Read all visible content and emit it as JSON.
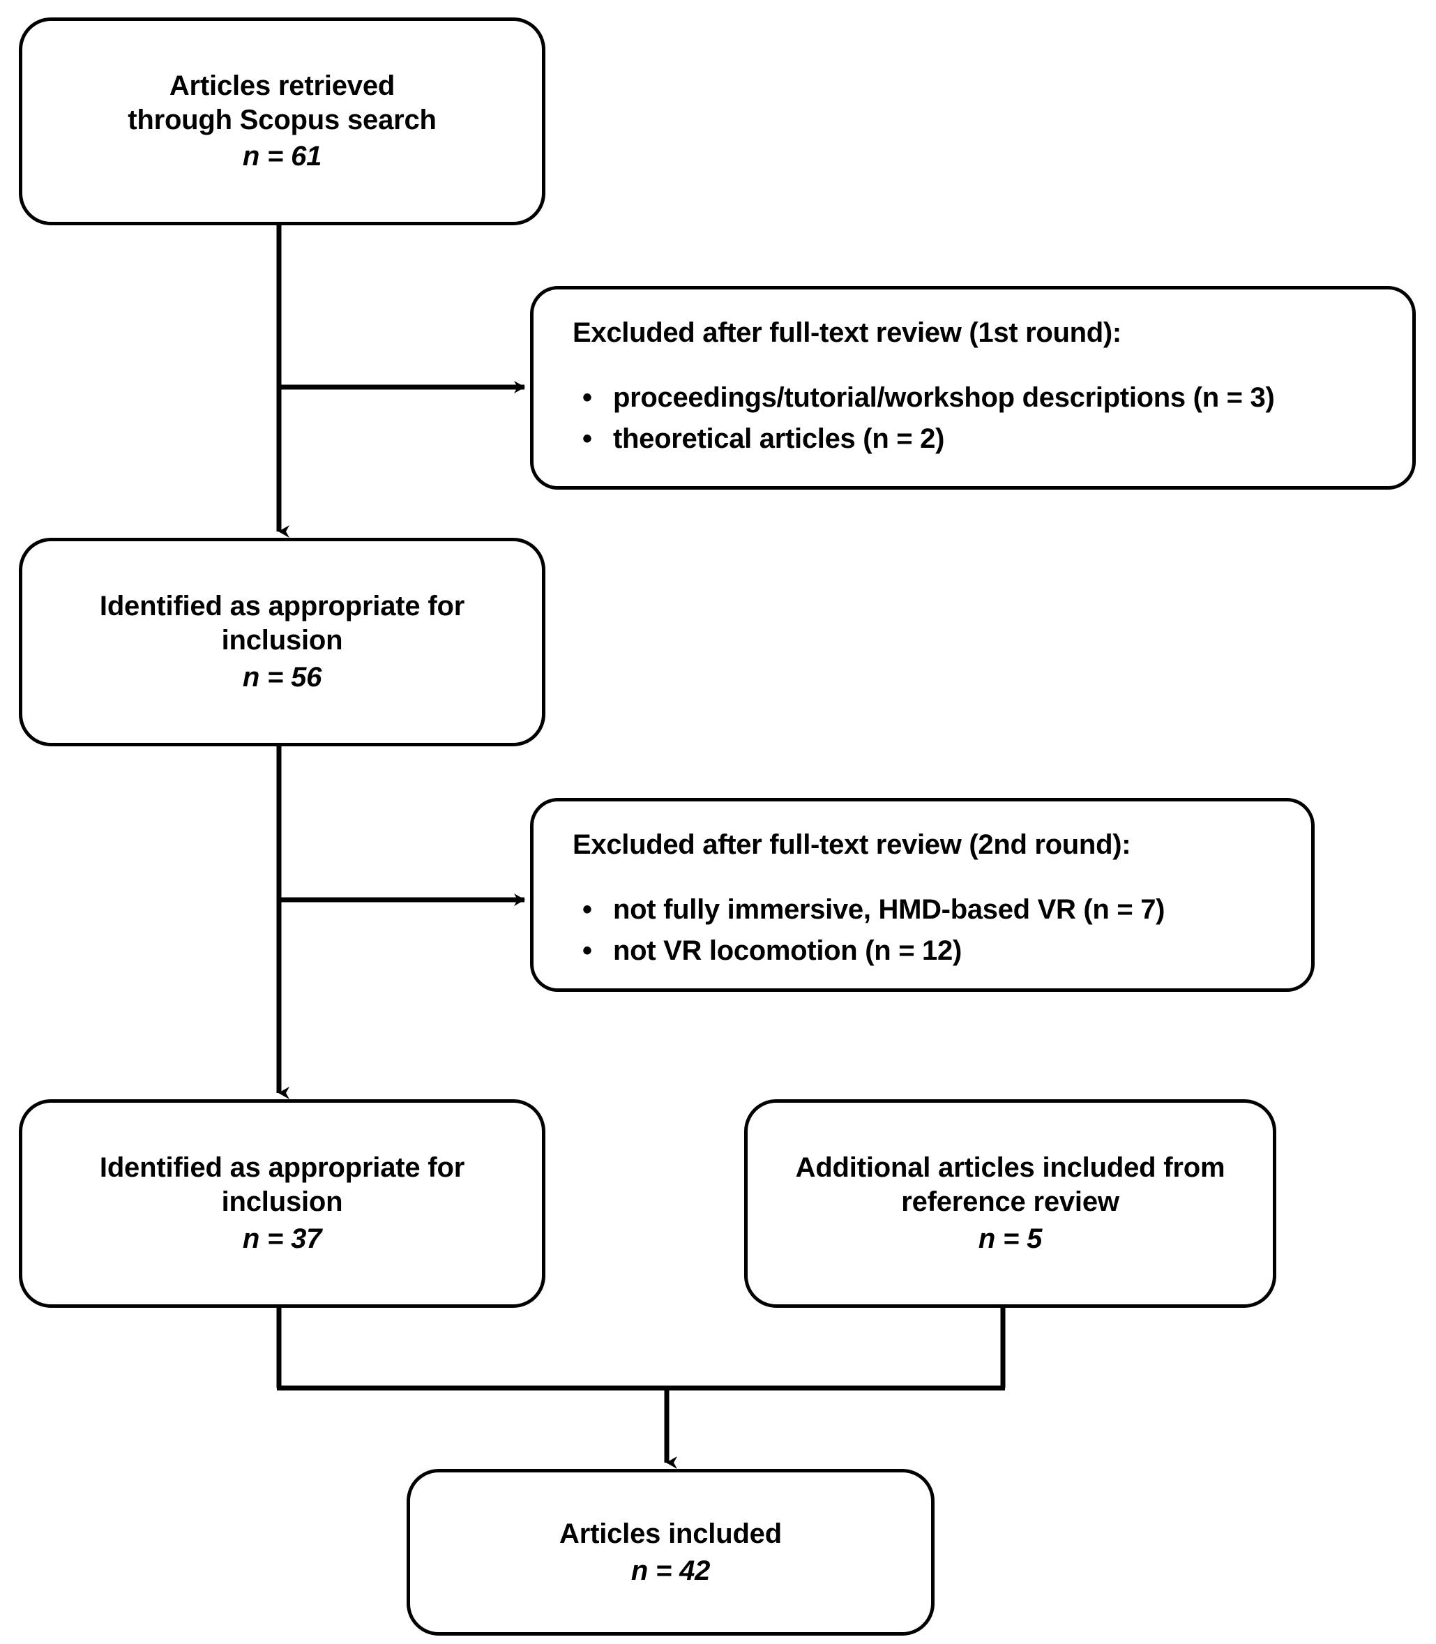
{
  "diagram": {
    "type": "prisma-flow-diagram",
    "background_color": "#ffffff",
    "line_color": "#000000",
    "text_color": "#000000"
  },
  "nodes": {
    "retrieved": {
      "line1": "Articles retrieved",
      "line2": "through Scopus search",
      "count": "n = 61"
    },
    "excluded_first_round": {
      "heading": "Excluded after full-text review (1st round):",
      "items": [
        "proceedings/tutorial/workshop descriptions (n = 3)",
        "theoretical articles (n = 2)"
      ],
      "bullet": "•"
    },
    "inclusion_56": {
      "line1": "Identified as appropriate for",
      "line2": "inclusion",
      "count": "n = 56"
    },
    "excluded_second_round": {
      "heading": "Excluded after full-text review (2nd round):",
      "items": [
        "not fully immersive, HMD-based VR (n = 7)",
        "not VR locomotion (n = 12)"
      ],
      "bullet": "•"
    },
    "inclusion_37": {
      "line1": "Identified as appropriate for",
      "line2": "inclusion",
      "count": "n = 37"
    },
    "additional_from_references": {
      "line1": "Additional articles included from",
      "line2": "reference review",
      "count": "n = 5"
    },
    "included_total": {
      "line1": "Articles included",
      "count": "n = 42"
    }
  },
  "connectors": [
    {
      "name": "retrieved-to-inclusion56",
      "kind": "vertical-arrow"
    },
    {
      "name": "retrieved-to-excluded1",
      "kind": "horizontal-arrow"
    },
    {
      "name": "inclusion56-to-inclusion37",
      "kind": "vertical-arrow"
    },
    {
      "name": "inclusion56-to-excluded2",
      "kind": "horizontal-arrow"
    },
    {
      "name": "inclusion37-to-merge",
      "kind": "elbow"
    },
    {
      "name": "additional-to-merge",
      "kind": "elbow"
    },
    {
      "name": "merge-to-included42",
      "kind": "vertical-arrow"
    }
  ]
}
